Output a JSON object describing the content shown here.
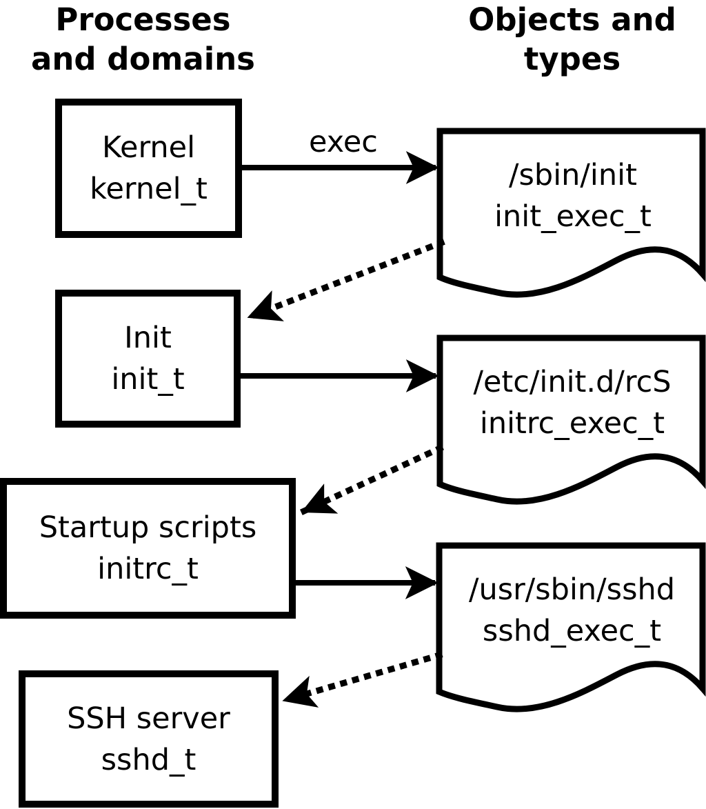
{
  "headers": {
    "left": {
      "line1": "Processes",
      "line2": "and domains"
    },
    "right": {
      "line1": "Objects and",
      "line2": "types"
    }
  },
  "arrow_label": "exec",
  "processes": [
    {
      "name": "Kernel",
      "domain": "kernel_t"
    },
    {
      "name": "Init",
      "domain": "init_t"
    },
    {
      "name": "Startup scripts",
      "domain": "initrc_t"
    },
    {
      "name": "SSH server",
      "domain": "sshd_t"
    }
  ],
  "objects": [
    {
      "path": "/sbin/init",
      "type": "init_exec_t"
    },
    {
      "path": "/etc/init.d/rcS",
      "type": "initrc_exec_t"
    },
    {
      "path": "/usr/sbin/sshd",
      "type": "sshd_exec_t"
    }
  ],
  "colors": {
    "stroke": "#000000",
    "background": "#ffffff"
  }
}
